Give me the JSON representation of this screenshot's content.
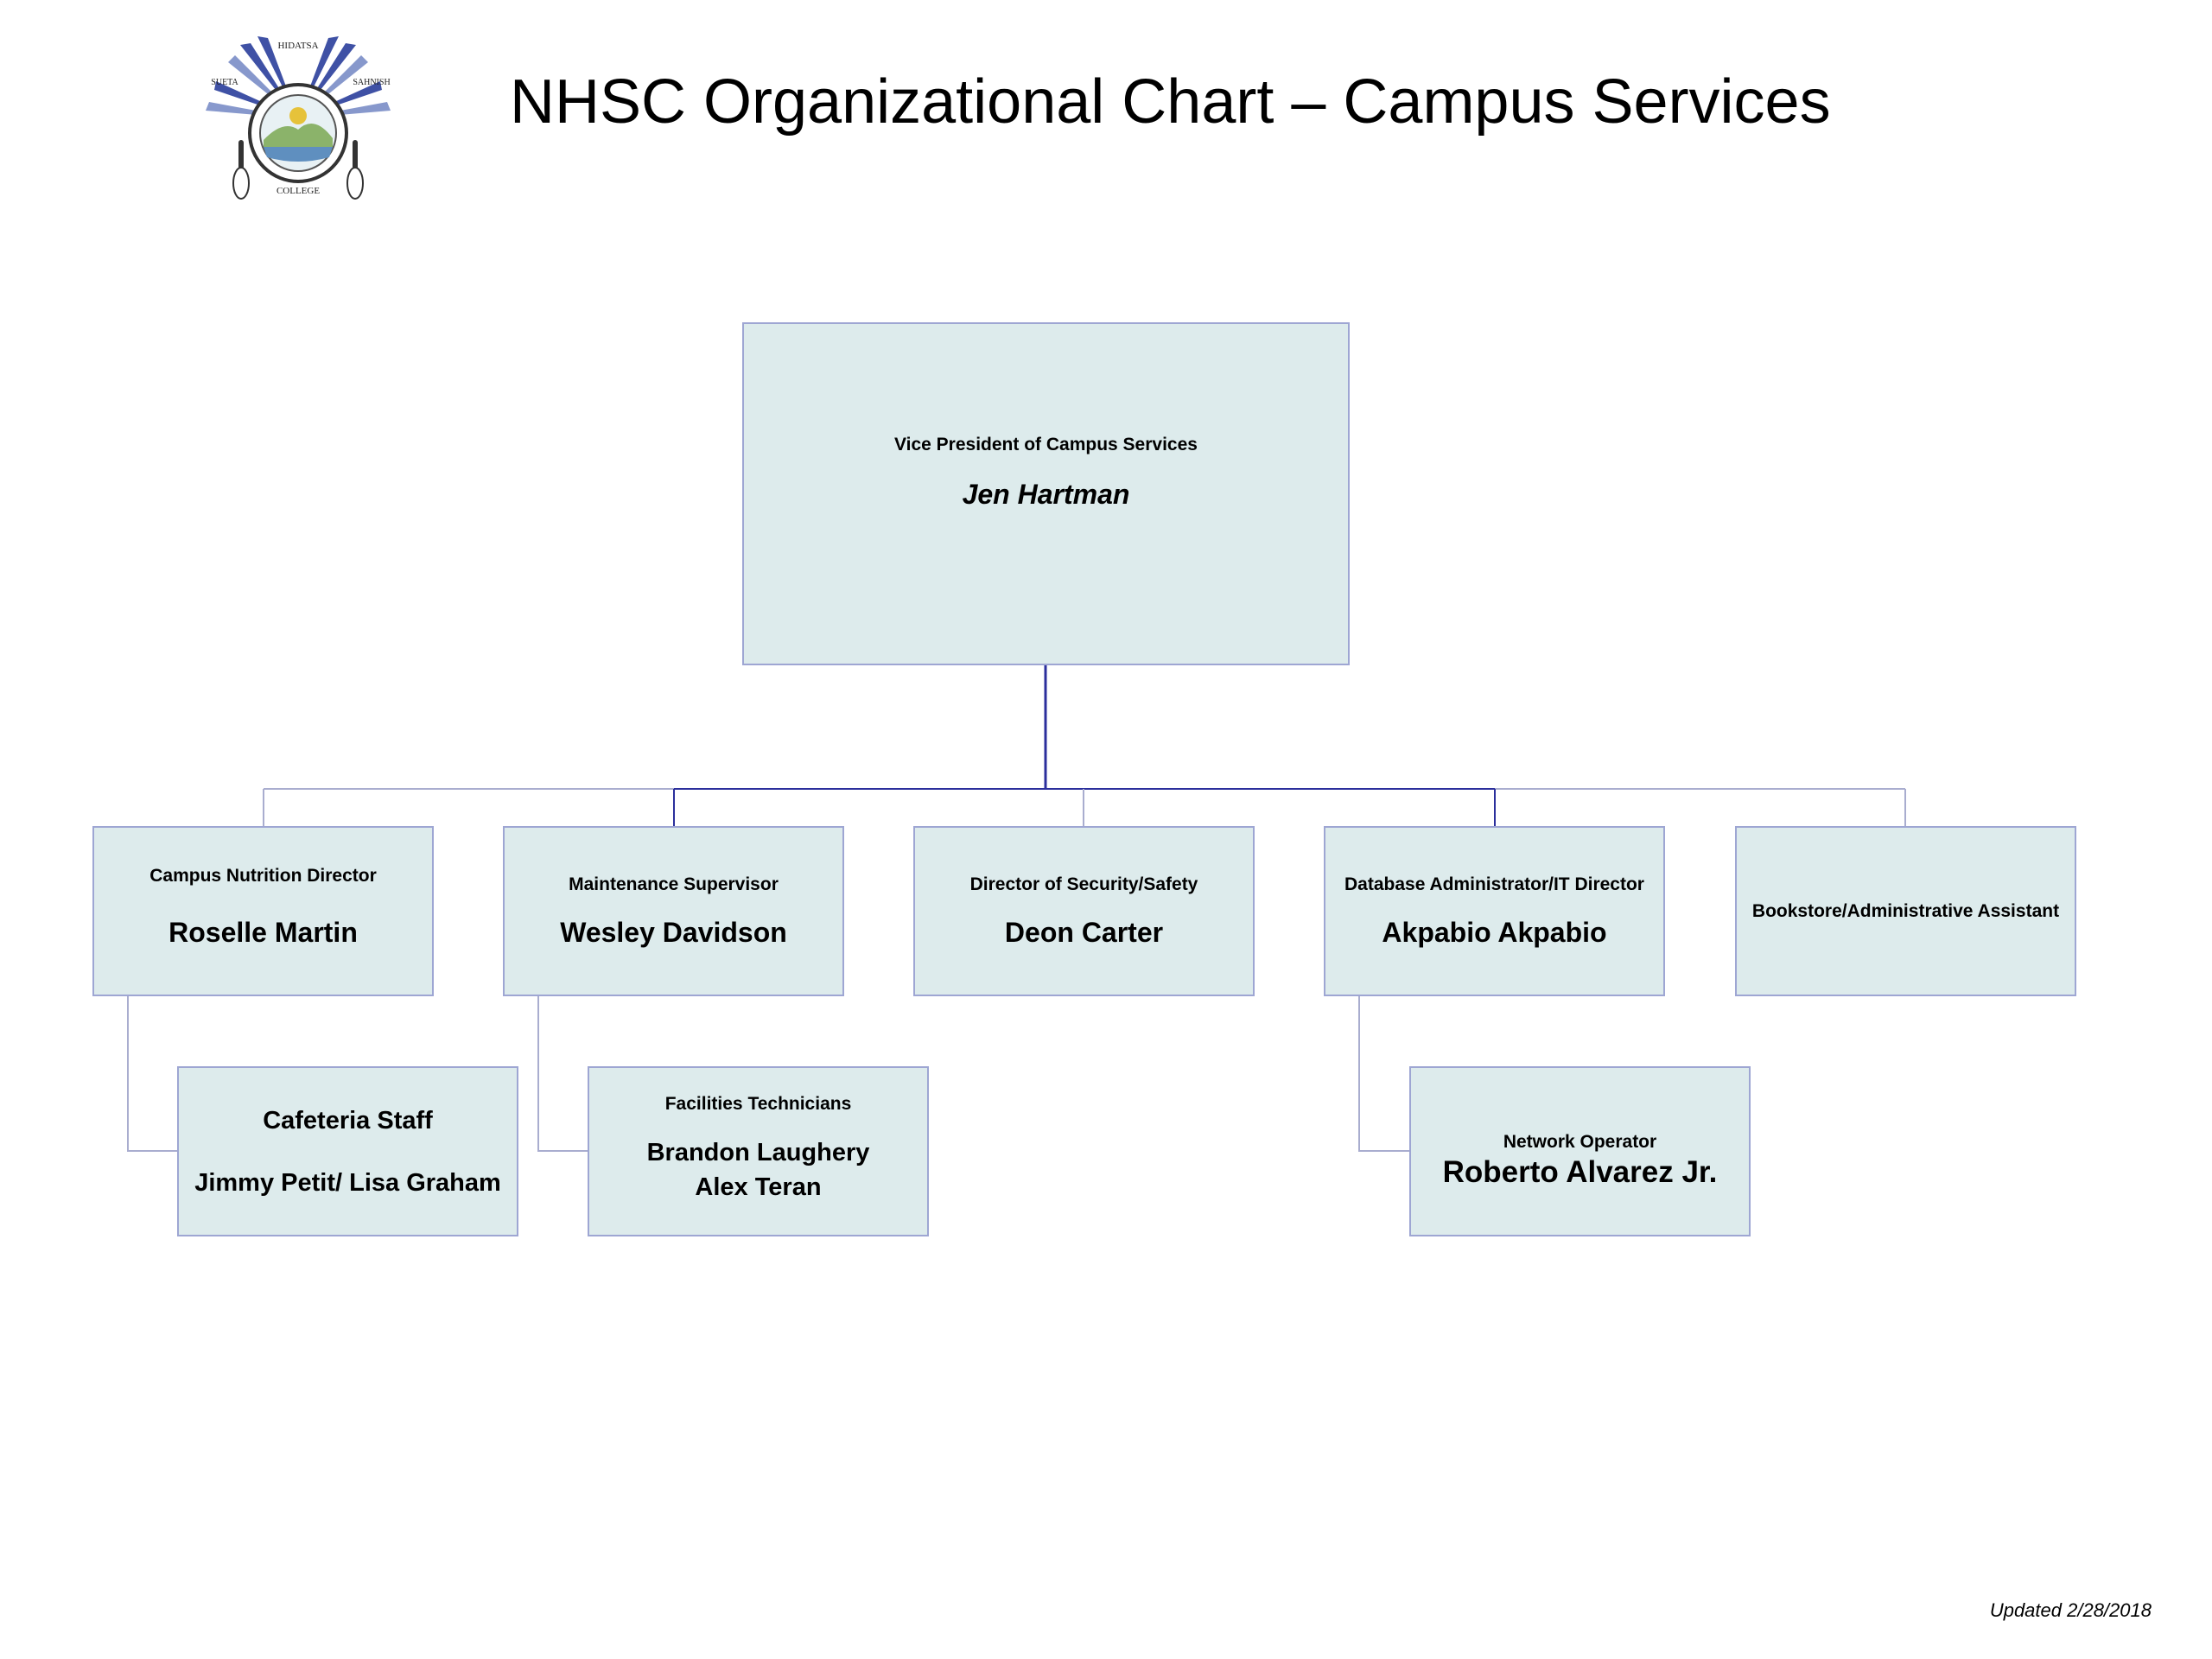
{
  "header": {
    "title": "NHSC Organizational Chart – Campus Services",
    "logo": {
      "icon": "college-seal-logo",
      "text_top": "HIDATSA",
      "text_left": "SUETA",
      "text_right": "SAHNISH",
      "text_bottom": "COLLEGE"
    }
  },
  "vp": {
    "role": "Vice President of Campus Services",
    "name": "Jen Hartman"
  },
  "directors": [
    {
      "role": "Campus Nutrition Director",
      "name": "Roselle Martin"
    },
    {
      "role": "Maintenance Supervisor",
      "name": "Wesley Davidson"
    },
    {
      "role": "Director of Security/Safety",
      "name": "Deon Carter"
    },
    {
      "role": "Database Administrator/IT Director",
      "name": "Akpabio Akpabio"
    },
    {
      "role": "Bookstore/Administrative Assistant",
      "name": ""
    }
  ],
  "staff": {
    "cafeteria": {
      "role": "Cafeteria Staff",
      "names": "Jimmy Petit/ Lisa Graham"
    },
    "facilities": {
      "role": "Facilities Technicians",
      "name_1": "Brandon Laughery",
      "name_2": "Alex Teran"
    },
    "network": {
      "role": "Network Operator",
      "name": "Roberto Alvarez Jr."
    }
  },
  "footer": {
    "updated": "Updated 2/28/2018"
  },
  "colors": {
    "box_fill": "#ddebec",
    "box_border": "#9ea6d3",
    "connector_light": "#a9adcf",
    "connector_dark": "#2b2f9c"
  }
}
